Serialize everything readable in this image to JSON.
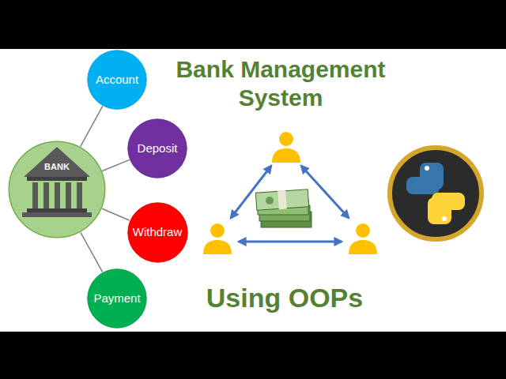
{
  "diagram": {
    "title": "Bank Management System",
    "nodes": [
      {
        "text": [
          "BANK"
        ]
      },
      {
        "text": [
          "Account"
        ]
      },
      {
        "text": [
          "Deposit"
        ]
      },
      {
        "text": [
          "Withdraw"
        ]
      },
      {
        "text": [
          "Payment"
        ]
      }
    ],
    "edges": [
      {
        "from": 0,
        "to": 1,
        "arrow": "none"
      },
      {
        "from": 0,
        "to": 2,
        "arrow": "none"
      },
      {
        "from": 0,
        "to": 3,
        "arrow": "none"
      },
      {
        "from": 0,
        "to": 4,
        "arrow": "none"
      }
    ],
    "labels": [
      "Using OOPs"
    ]
  }
}
